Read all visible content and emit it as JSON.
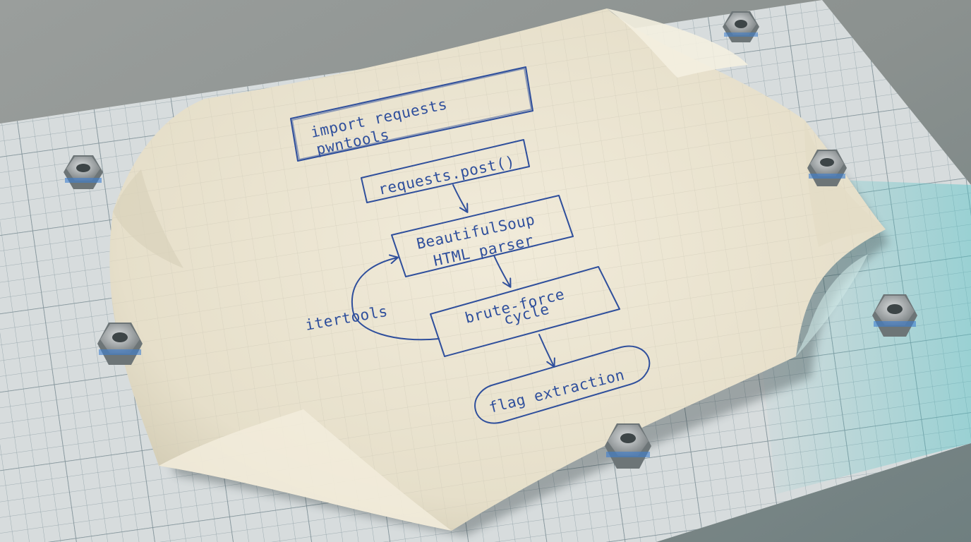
{
  "diagram": {
    "ink_color": "#2f4f9c",
    "paper_color": "#ece5d3",
    "mat_color": "#d6dbdc",
    "surface_color": "#8f9593",
    "nodes": [
      {
        "id": "imports",
        "shape": "box",
        "lines": [
          "import requests",
          "pwntools"
        ]
      },
      {
        "id": "post",
        "shape": "box",
        "lines": [
          "requests.post()"
        ]
      },
      {
        "id": "parser",
        "shape": "box",
        "lines": [
          "BeautifulSoup",
          "HTML parser"
        ]
      },
      {
        "id": "cycle",
        "shape": "box",
        "lines": [
          "brute-force",
          "cycle"
        ]
      },
      {
        "id": "flag",
        "shape": "rounded",
        "lines": [
          "flag extraction"
        ]
      }
    ],
    "edges": [
      {
        "from": "post",
        "to": "parser"
      },
      {
        "from": "parser",
        "to": "cycle"
      },
      {
        "from": "cycle",
        "to": "flag"
      },
      {
        "from": "cycle",
        "to": "parser",
        "label": "itertools"
      }
    ]
  }
}
